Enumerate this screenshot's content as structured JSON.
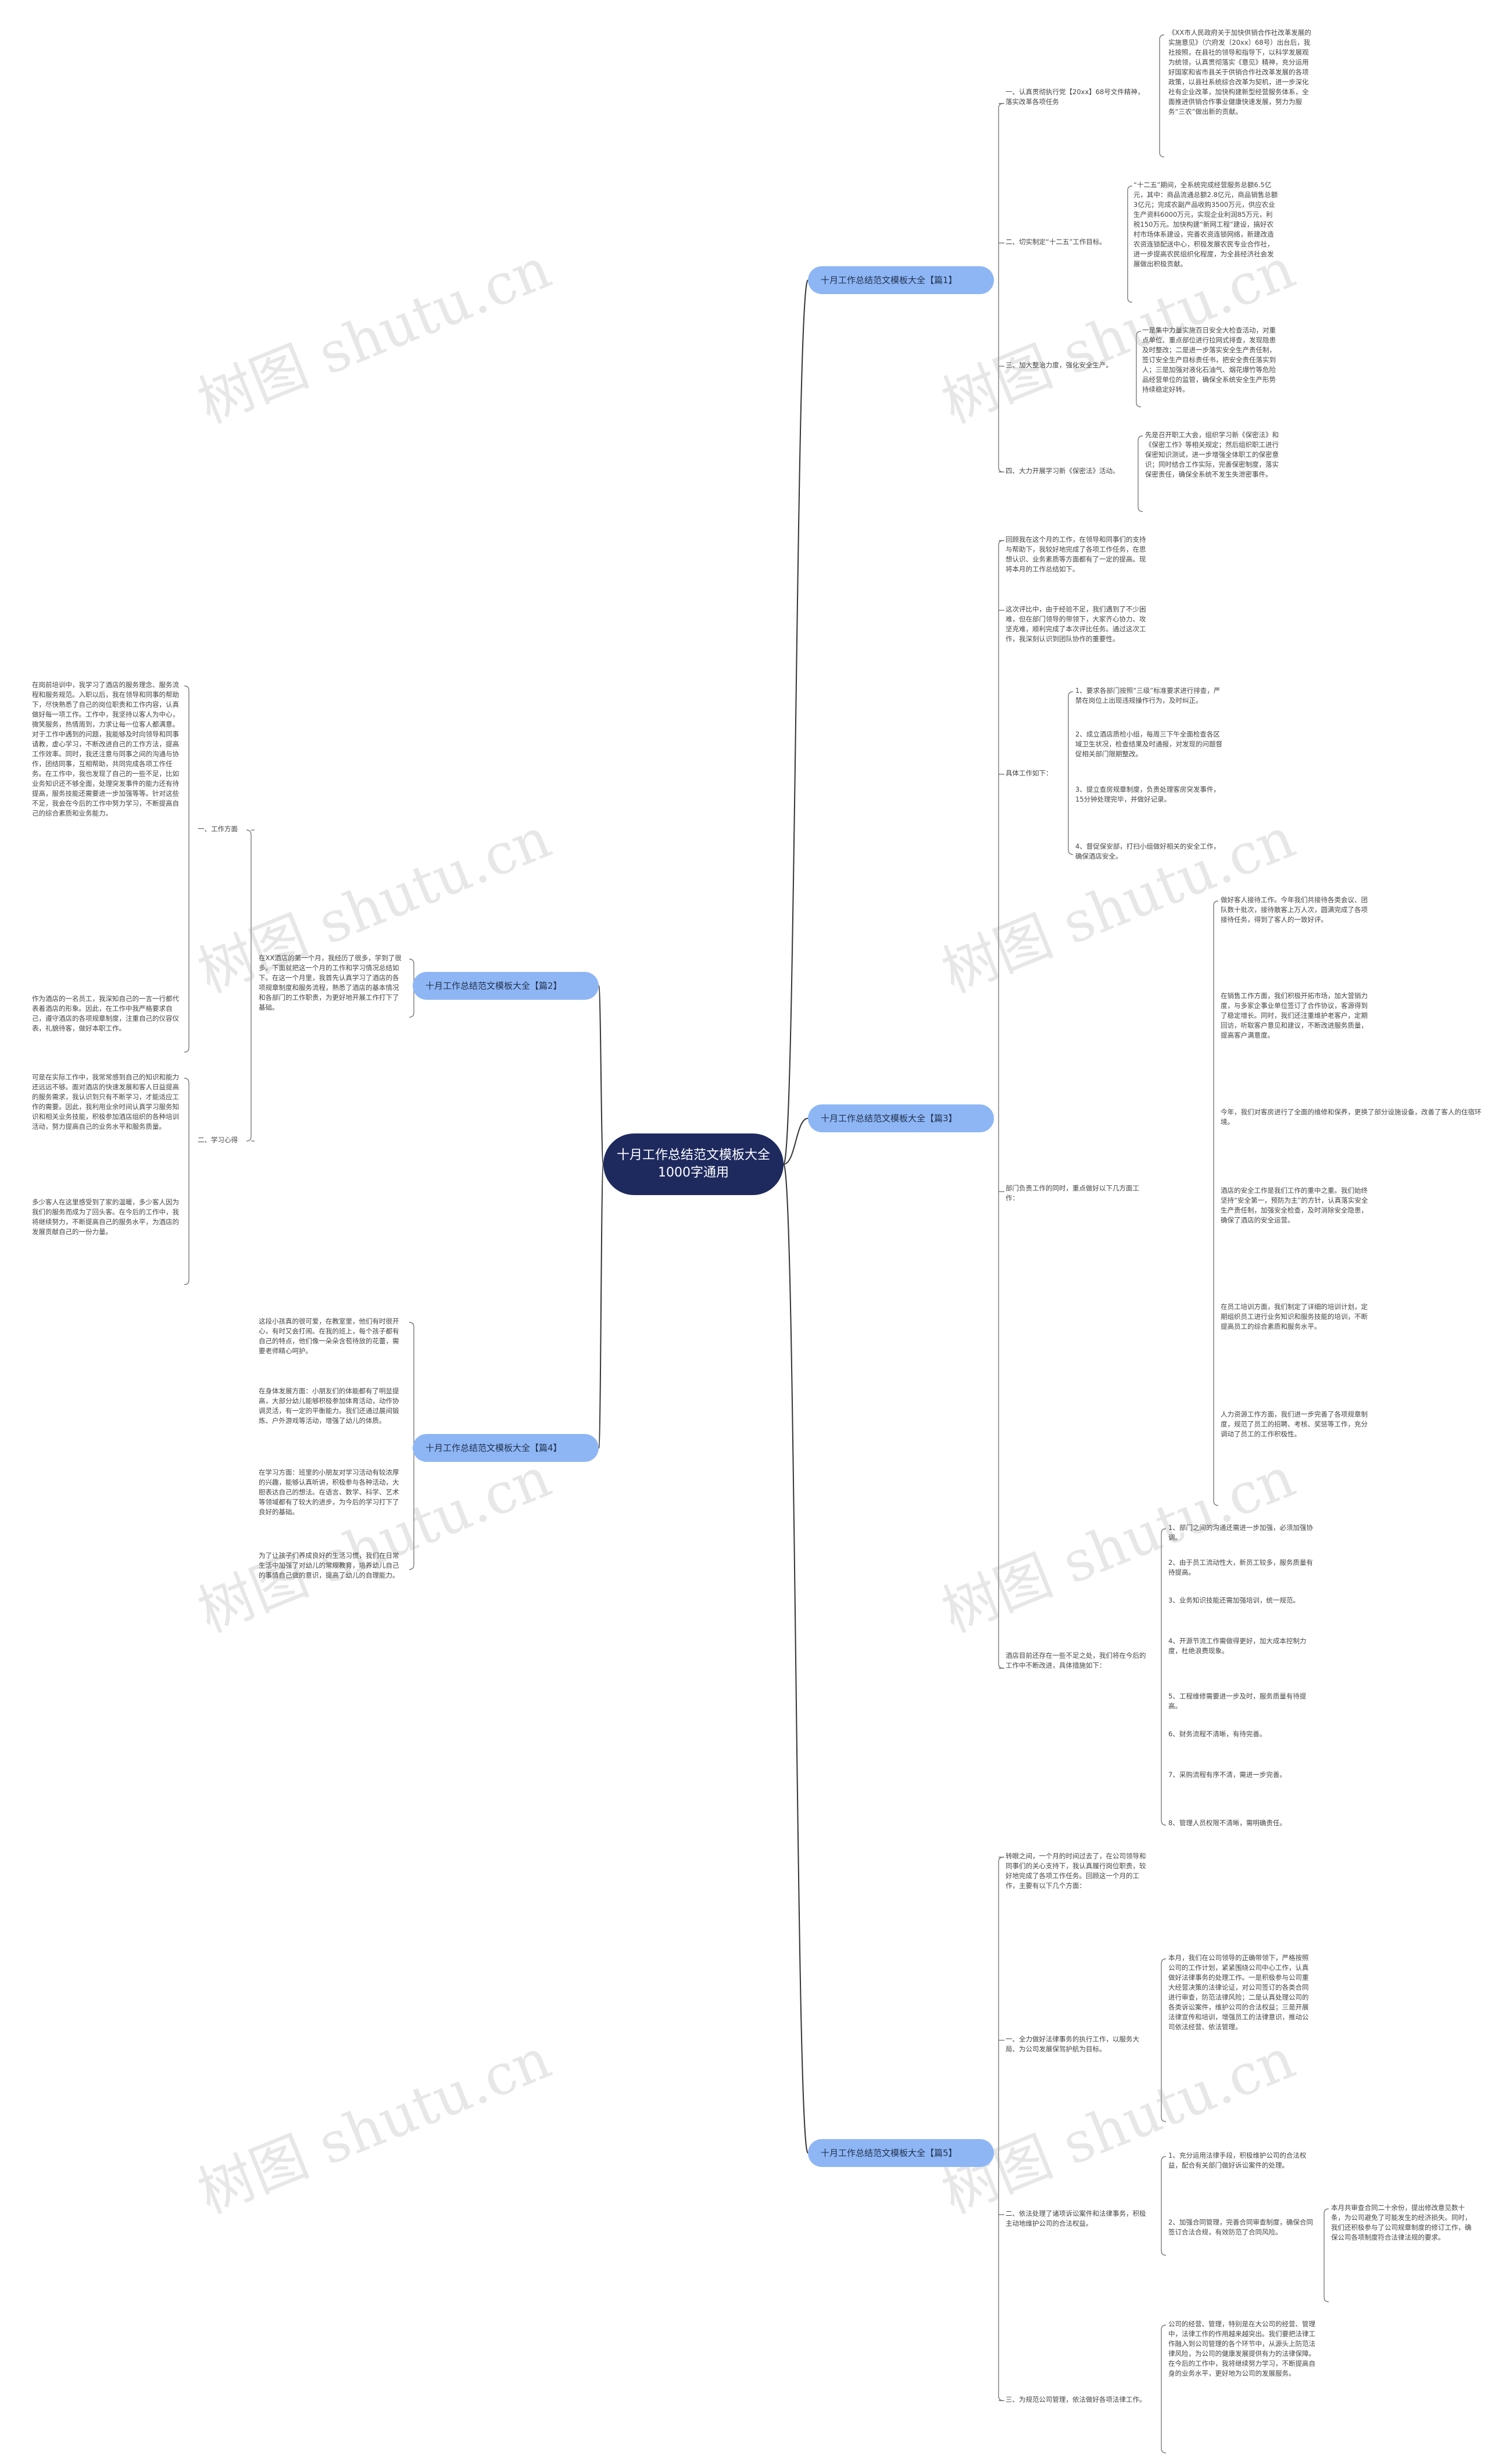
{
  "root": {
    "label": "十月工作总结范文模板大全1000字通用"
  },
  "watermark": "树图 shutu.cn",
  "branches": [
    {
      "label": "十月工作总结范文模板大全【篇1】"
    },
    {
      "label": "十月工作总结范文模板大全【篇2】"
    },
    {
      "label": "十月工作总结范文模板大全【篇3】"
    },
    {
      "label": "十月工作总结范文模板大全【篇4】"
    },
    {
      "label": "十月工作总结范文模板大全【篇5】"
    }
  ],
  "p1": {
    "s1": "一、认真贯彻执行党【20xx】68号文件精神，落实改革各项任务",
    "s1d": "《XX市人民政府关于加快供销合作社改革发展的实施意见》（穴府发〔20xx〕68号）出台后，我社按照，在县社的领导和指导下，以科学发展观为统领，认真贯彻落实《意见》精神，充分运用好国家和省市县关于供销合作社改革发展的各项政策，以县社系统综合改革为契机，进一步深化社有企业改革，加快构建新型经营服务体系，全面推进供销合作事业健康快速发展，努力为服务“三农”做出新的贡献。",
    "s2": "二、切实制定“十二五”工作目标。",
    "s2d": "“十二五”期间，全系统完成经营服务总额6.5亿元，其中：商品流通总额2.8亿元，商品销售总额3亿元；完成农副产品收购3500万元，供应农业生产资料6000万元，实现企业利润85万元，利税150万元。加快构建“新网工程”建设，搞好农村市场体系建设，完善农资连锁网络，新建改造农资连锁配送中心，积极发展农民专业合作社，进一步提高农民组织化程度，为全县经济社会发展做出积极贡献。",
    "s3": "三、加大整治力度，强化安全生产。",
    "s3d": "一是集中力量实施百日安全大检查活动，对重点单位、重点部位进行拉网式排查，发现隐患及时整改；二是进一步落实安全生产责任制，签订安全生产目标责任书，把安全责任落实到人；三是加强对液化石油气、烟花爆竹等危险品经营单位的监管，确保全系统安全生产形势持续稳定好转。",
    "s4": "四、大力开展学习新《保密法》活动。",
    "s4d": "先是召开职工大会，组织学习新《保密法》和《保密工作》等相关规定；然后组织职工进行保密知识测试，进一步增强全体职工的保密意识；同时结合工作实际，完善保密制度，落实保密责任，确保全系统不发生失泄密事件。"
  },
  "p2": {
    "intro": "在XX酒店的第一个月，我经历了很多，学到了很多。下面就把这一个月的工作和学习情况总结如下。在这一个月里，我首先认真学习了酒店的各项规章制度和服务流程，熟悉了酒店的基本情况和各部门的工作职责，为更好地开展工作打下了基础。",
    "s1": "一、工作方面",
    "s1d": "在岗前培训中，我学习了酒店的服务理念、服务流程和服务规范。入职以后，我在领导和同事的帮助下，尽快熟悉了自己的岗位职责和工作内容，认真做好每一项工作。工作中，我坚持以客人为中心，微笑服务，热情周到，力求让每一位客人都满意。对于工作中遇到的问题，我能够及时向领导和同事请教，虚心学习，不断改进自己的工作方法，提高工作效率。同时，我还注意与同事之间的沟通与协作，团结同事，互相帮助，共同完成各项工作任务。在工作中，我也发现了自己的一些不足，比如业务知识还不够全面，处理突发事件的能力还有待提高，服务技能还需要进一步加强等等。针对这些不足，我会在今后的工作中努力学习，不断提高自己的综合素质和业务能力。",
    "s1e": "作为酒店的一名员工，我深知自己的一言一行都代表着酒店的形象。因此，在工作中我严格要求自己，遵守酒店的各项规章制度，注重自己的仪容仪表，礼貌待客，做好本职工作。",
    "s2": "二、学习心得",
    "s2d": "可是在实际工作中，我常常感到自己的知识和能力还远远不够。面对酒店的快速发展和客人日益提高的服务需求，我认识到只有不断学习，才能适应工作的需要。因此，我利用业余时间认真学习服务知识和相关业务技能，积极参加酒店组织的各种培训活动，努力提高自己的业务水平和服务质量。",
    "s2e": "多少客人在这里感受到了家的温暖，多少客人因为我们的服务而成为了回头客。在今后的工作中，我将继续努力，不断提高自己的服务水平，为酒店的发展贡献自己的一份力量。"
  },
  "p3": {
    "intro": "回顾我在这个月的工作，在领导和同事们的支持与帮助下，我较好地完成了各项工作任务，在思想认识、业务素质等方面都有了一定的提高。现将本月的工作总结如下。",
    "s1": "这次评比中，由于经验不足，我们遇到了不少困难，但在部门领导的带领下，大家齐心协力、攻坚克难，顺利完成了本次评比任务。通过这次工作，我深刻认识到团队协作的重要性。",
    "s2": "具体工作如下：",
    "s2a": "1、要求各部门按照“三级”标准要求进行排查，严禁在岗位上出现违规操作行为，及时纠正。",
    "s2b": "2、成立酒店质检小组，每周三下午全面检查各区域卫生状况，检查结果及时通报，对发现的问题督促相关部门限期整改。",
    "s2c": "3、提立查房规章制度，负责处理客房突发事件，15分钟处理完毕，并做好记录。",
    "s2d": "4、督促保安部，打扫小组做好相关的安全工作，确保酒店安全。",
    "s3": "部门负责工作的同时，重点做好以下几方面工作：",
    "s3a": "做好客人接待工作。今年我们共接待各类会议、团队数十批次，接待散客上万人次，圆满完成了各项接待任务，得到了客人的一致好评。",
    "s3b": "在销售工作方面，我们积极开拓市场，加大营销力度，与多家企事业单位签订了合作协议，客源得到了稳定增长。同时，我们还注重维护老客户，定期回访，听取客户意见和建议，不断改进服务质量，提高客户满意度。",
    "s3c": "今年，我们对客房进行了全面的维修和保养，更换了部分设施设备，改善了客人的住宿环境。",
    "s3d": "酒店的安全工作是我们工作的重中之重。我们始终坚持“安全第一，预防为主”的方针，认真落实安全生产责任制，加强安全检查，及时消除安全隐患，确保了酒店的安全运营。",
    "s3e": "在员工培训方面，我们制定了详细的培训计划，定期组织员工进行业务知识和服务技能的培训，不断提高员工的综合素质和服务水平。",
    "s3f": "人力资源工作方面，我们进一步完善了各项规章制度，规范了员工的招聘、考核、奖惩等工作，充分调动了员工的工作积极性。",
    "s4": "酒店目前还存在一些不足之处，我们将在今后的工作中不断改进，具体措施如下：",
    "s4a": "1、部门之间的沟通还需进一步加强，必须加强协调。",
    "s4b": "2、由于员工流动性大，新员工较多，服务质量有待提高。",
    "s4c": "3、业务知识技能还需加强培训，统一规范。",
    "s4d": "4、开源节流工作需做得更好，加大成本控制力度，杜绝浪费现象。",
    "s4e": "5、工程维修需要进一步及时，服务质量有待提高。",
    "s4f": "6、财务流程不清晰，有待完善。",
    "s4g": "7、采购流程有序不清，需进一步完善。",
    "s4h": "8、管理人员权限不清晰，需明确责任。"
  },
  "p4": {
    "s1": "这段小孩真的很可爱，在教室里，他们有时很开心，有时又会打闹。在我的班上，每个孩子都有自己的特点，他们像一朵朵含苞待放的花蕾，需要老师精心呵护。",
    "s2": "在身体发展方面：小朋友们的体能都有了明显提高，大部分幼儿能够积极参加体育活动，动作协调灵活，有一定的平衡能力。我们还通过晨间锻炼、户外游戏等活动，增强了幼儿的体质。",
    "s3": "在学习方面：班里的小朋友对学习活动有较浓厚的兴趣，能够认真听讲，积极参与各种活动，大胆表达自己的想法。在语言、数学、科学、艺术等领域都有了较大的进步，为今后的学习打下了良好的基础。",
    "s4": "为了让孩子们养成良好的生活习惯，我们在日常生活中加强了对幼儿的常规教育，培养幼儿自己的事情自己做的意识，提高了幼儿的自理能力。"
  },
  "p5": {
    "intro": "转眼之间，一个月的时间过去了，在公司领导和同事们的关心支持下，我认真履行岗位职责，较好地完成了各项工作任务。回顾这一个月的工作，主要有以下几个方面：",
    "s1": "一、全力做好法律事务的执行工作，以服务大局、为公司发展保驾护航为目标。",
    "s1d": "本月，我们在公司领导的正确带领下，严格按照公司的工作计划，紧紧围绕公司中心工作，认真做好法律事务的处理工作。一是积极参与公司重大经营决策的法律论证，对公司签订的各类合同进行审查，防范法律风险；二是认真处理公司的各类诉讼案件，维护公司的合法权益；三是开展法律宣传和培训，增强员工的法律意识，推动公司依法经营、依法管理。",
    "s2": "二、依法处理了诸项诉讼案件和法律事务，积极主动地维护公司的合法权益。",
    "s2a": "1、充分运用法律手段，积极维护公司的合法权益，配合有关部门做好诉讼案件的处理。",
    "s2b": "2、加强合同管理，完善合同审查制度，确保合同签订合法合规，有效防范了合同风险。",
    "s2c": "本月共审查合同二十余份，提出修改意见数十条，为公司避免了可能发生的经济损失。同时，我们还积极参与了公司规章制度的修订工作，确保公司各项制度符合法律法规的要求。",
    "s3": "三、为规范公司管理，依法做好各项法律工作。",
    "s3d": "公司的经营、管理，特别是在大公司的经营、管理中，法律工作的作用越来越突出。我们要把法律工作融入到公司管理的各个环节中，从源头上防范法律风险，为公司的健康发展提供有力的法律保障。在今后的工作中，我将继续努力学习，不断提高自身的业务水平，更好地为公司的发展服务。"
  }
}
